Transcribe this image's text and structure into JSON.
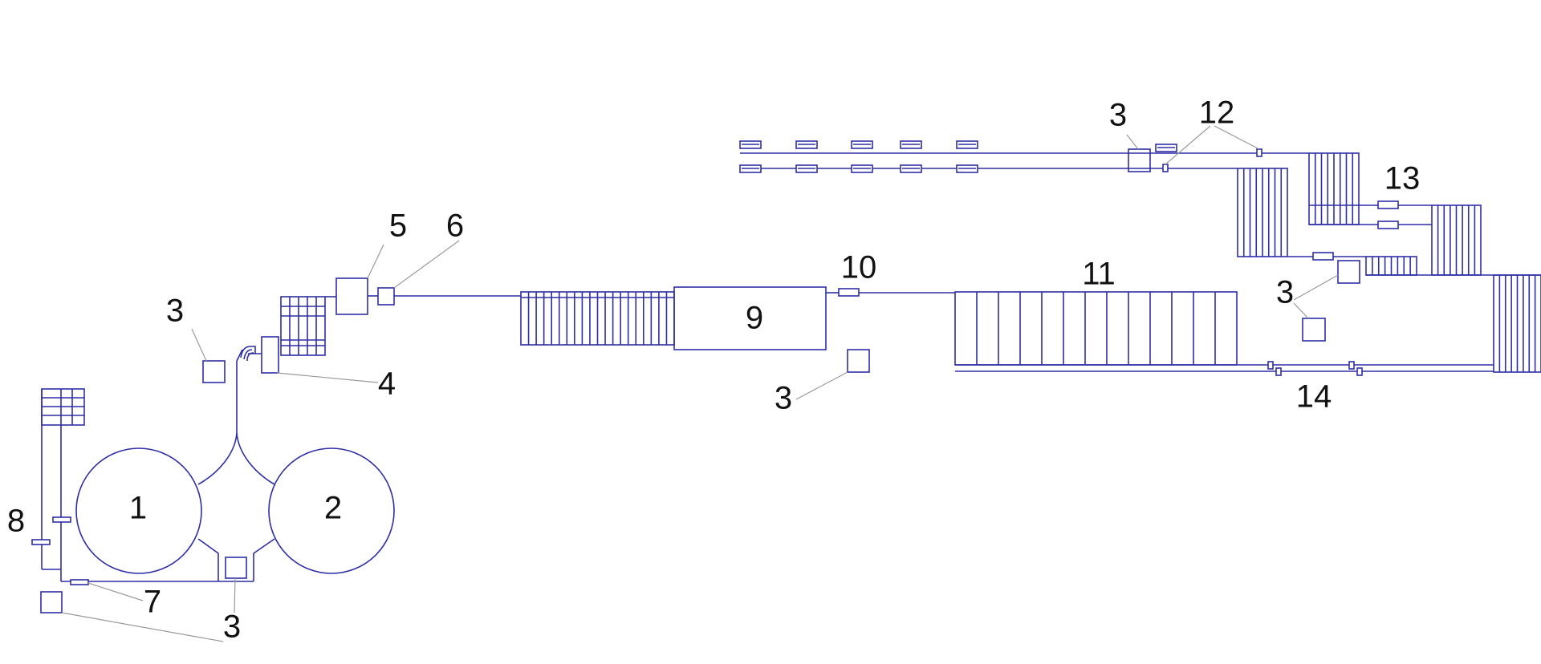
{
  "labels": {
    "tank_1": "1",
    "tank_2": "2",
    "unit_3": "3",
    "unit_4": "4",
    "unit_5": "5",
    "unit_6": "6",
    "unit_7": "7",
    "unit_8": "8",
    "unit_9": "9",
    "unit_10": "10",
    "unit_11": "11",
    "unit_12": "12",
    "unit_13": "13",
    "unit_14": "14"
  }
}
